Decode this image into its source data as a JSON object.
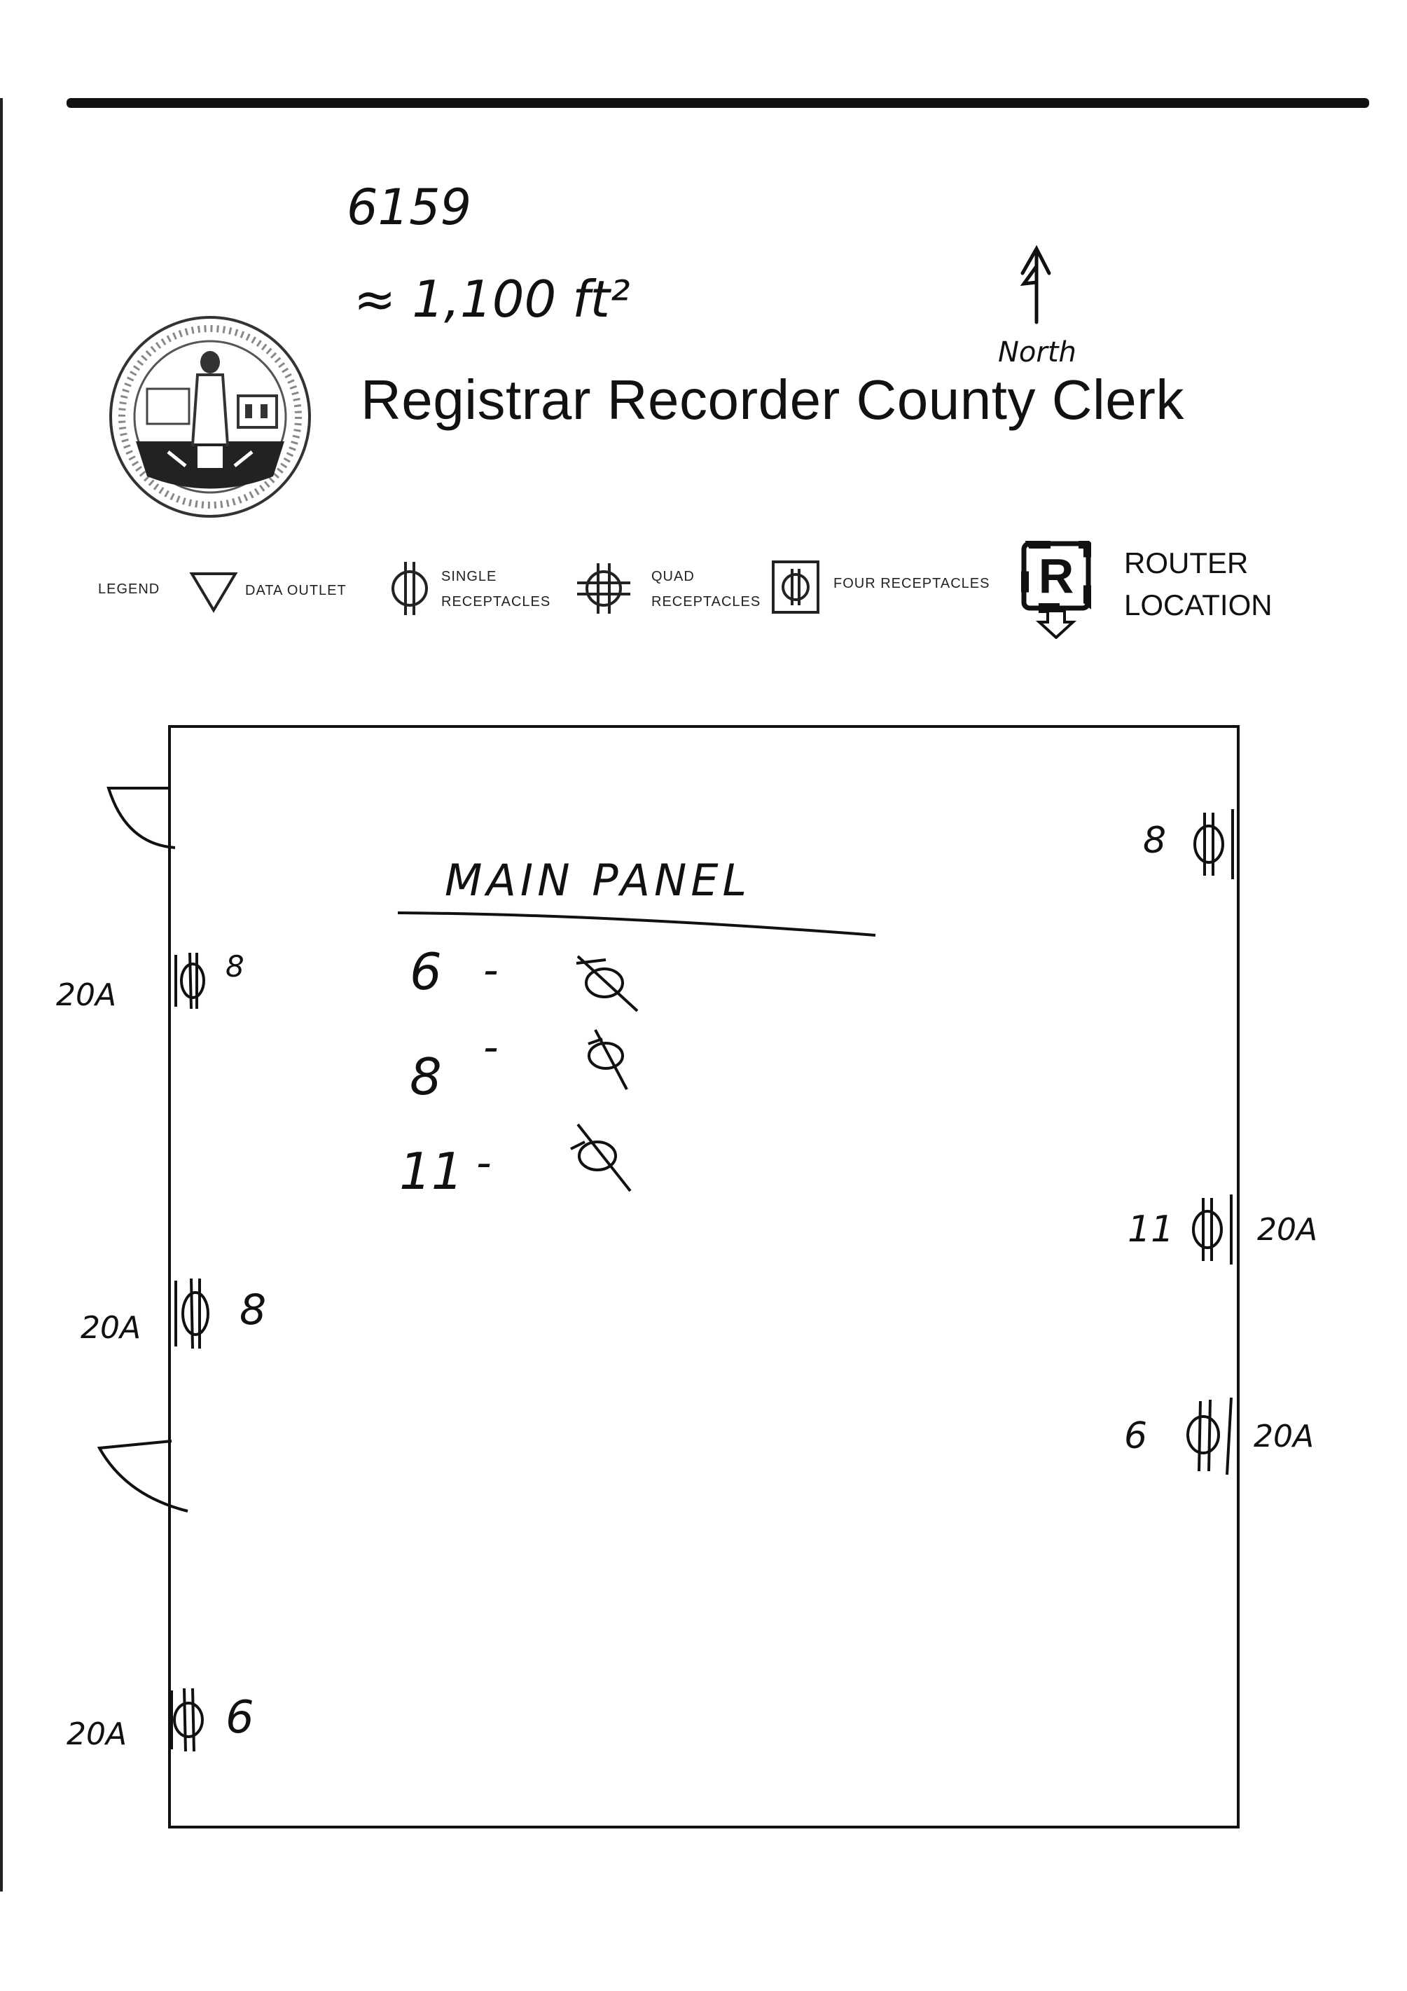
{
  "header": {
    "doc_number": "6159",
    "area_note": "≈ 1,100 ft²",
    "north_label": "North",
    "title": "Registrar Recorder County Clerk"
  },
  "legend": {
    "label": "LEGEND",
    "data_outlet": "DATA OUTLET",
    "single_receptacles": [
      "SINGLE",
      "RECEPTACLES"
    ],
    "quad_receptacles": [
      "QUAD",
      "RECEPTACLES"
    ],
    "four_receptacles": "FOUR RECEPTACLES",
    "router_line1": "ROUTER",
    "router_line2": "LOCATION",
    "router_letter": "R"
  },
  "panel": {
    "title": "MAIN PANEL",
    "circuits": [
      {
        "count": "6",
        "dash": "-"
      },
      {
        "count": "8",
        "dash": "-"
      },
      {
        "count": "11",
        "dash": "-"
      }
    ]
  },
  "outlets": {
    "left_1_amp": "20A",
    "left_1_count": "8",
    "left_2_amp": "20A",
    "left_2_count": "8",
    "left_3_amp": "20A",
    "left_3_count": "6",
    "right_1_count": "8",
    "right_2_count": "11",
    "right_2_amp": "20A",
    "right_3_count": "6",
    "right_3_amp": "20A"
  }
}
